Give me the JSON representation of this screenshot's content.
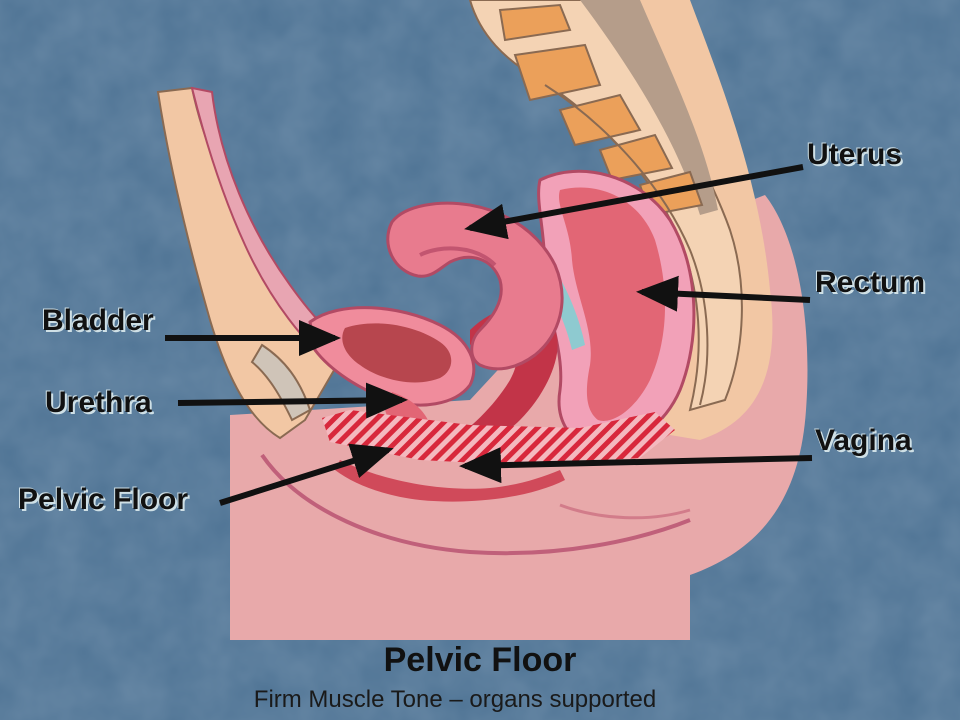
{
  "diagram": {
    "labels": {
      "uterus": "Uterus",
      "rectum": "Rectum",
      "bladder": "Bladder",
      "urethra": "Urethra",
      "pelvic_floor": "Pelvic Floor",
      "vagina": "Vagina"
    },
    "title": "Pelvic Floor",
    "subtitle": "Firm Muscle Tone – organs supported"
  },
  "colors": {
    "background": "#4e7394",
    "skin": "#f2c7a4",
    "tissue_pink": "#e87b8e",
    "muscle_red": "#c23448",
    "bone": "#eba05a",
    "spine_shade": "#b59d8a",
    "lower_body": "#e8a9aa"
  }
}
